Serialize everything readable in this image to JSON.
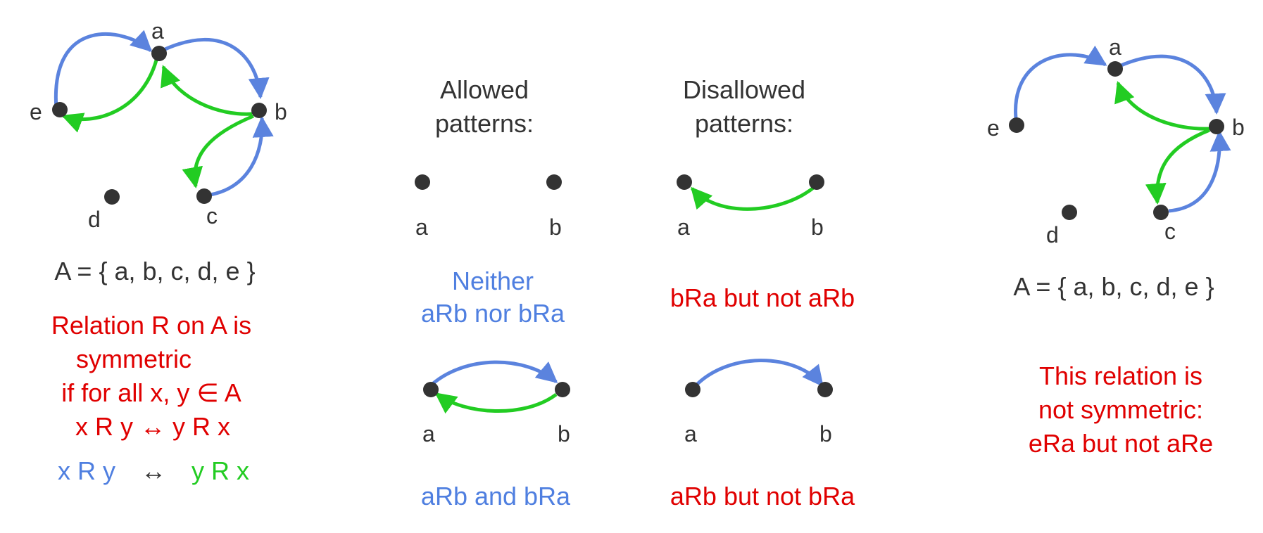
{
  "colors": {
    "blue": "#5b83de",
    "green": "#22cc22",
    "red": "#e00000",
    "node": "#333333",
    "text": "#333333"
  },
  "left": {
    "nodes": {
      "a": "a",
      "b": "b",
      "c": "c",
      "d": "d",
      "e": "e"
    },
    "set_text": "A = { a, b, c, d, e }",
    "definition": [
      "Relation R on A is",
      "symmetric",
      "if for all x, y ∈ A",
      "x R y ↔ y R x"
    ],
    "legend": {
      "left": "x R y",
      "arrow": "↔",
      "right": "y R x"
    }
  },
  "allowed": {
    "title": [
      "Allowed",
      "patterns:"
    ],
    "neither": {
      "a": "a",
      "b": "b",
      "caption": [
        "Neither",
        "aRb nor bRa"
      ]
    },
    "both": {
      "a": "a",
      "b": "b",
      "caption": "aRb and bRa"
    }
  },
  "disallowed": {
    "title": [
      "Disallowed",
      "patterns:"
    ],
    "bra": {
      "a": "a",
      "b": "b",
      "caption": "bRa but not aRb"
    },
    "arb": {
      "a": "a",
      "b": "b",
      "caption": "aRb but not bRa"
    }
  },
  "right": {
    "nodes": {
      "a": "a",
      "b": "b",
      "c": "c",
      "d": "d",
      "e": "e"
    },
    "set_text": "A = { a, b, c, d, e }",
    "conclusion": [
      "This relation is",
      "not symmetric:",
      "eRa but not aRe"
    ]
  }
}
